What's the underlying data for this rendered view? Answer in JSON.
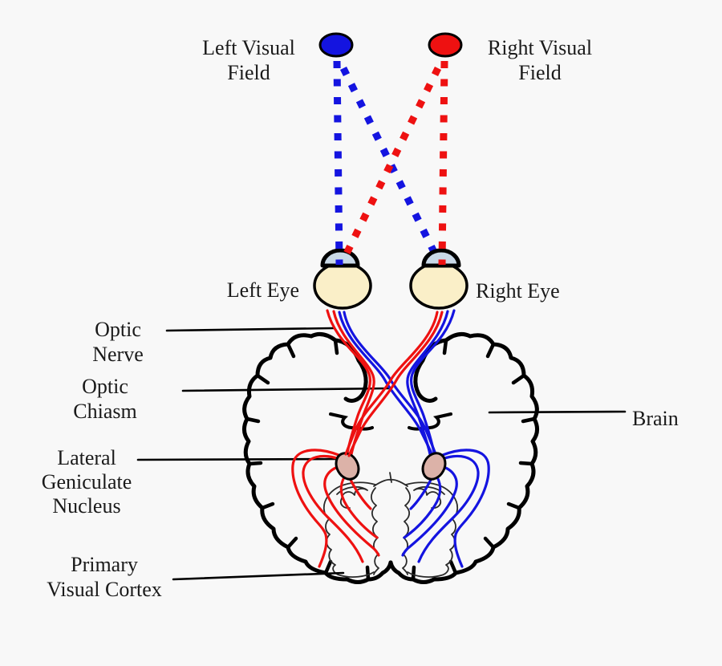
{
  "colors": {
    "bg": "#f8f8f8",
    "ink": "#000000",
    "thin": "#2a2a2a",
    "red": "#ee1111",
    "blue": "#1414e0",
    "eye": "#faefc8",
    "lgn": "#dcb2a8",
    "cornea": "#c9d9e8",
    "text": "#1a1a1a"
  },
  "labels": {
    "left_visual_field": "Left Visual\nField",
    "right_visual_field": "Right Visual\nField",
    "left_eye": "Left Eye",
    "right_eye": "Right Eye",
    "optic_nerve": "Optic\nNerve",
    "optic_chiasm": "Optic\nChiasm",
    "lateral_geniculate_nucleus": "Lateral\nGeniculate\nNucleus",
    "primary_visual_cortex": "Primary\nVisual Cortex",
    "brain": "Brain"
  }
}
